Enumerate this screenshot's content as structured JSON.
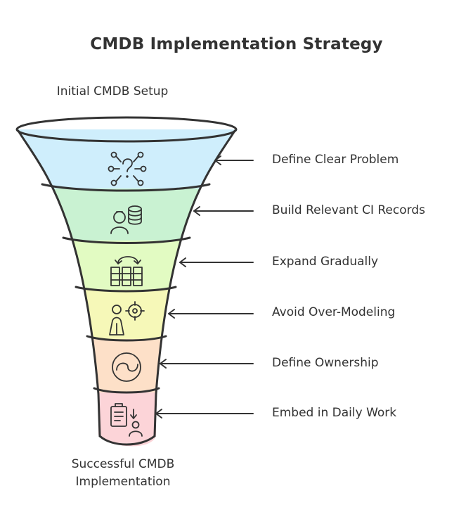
{
  "title": "CMDB Implementation Strategy",
  "top_label": "Initial CMDB Setup",
  "bottom_label_lines": [
    "Successful CMDB",
    "Implementation"
  ],
  "stages": [
    {
      "label": "Define Clear Problem",
      "icon": "network-question-icon",
      "color": "#cfeefc"
    },
    {
      "label": "Build Relevant CI Records",
      "icon": "person-database-icon",
      "color": "#c9f2d2"
    },
    {
      "label": "Expand Gradually",
      "icon": "expanding-blocks-icon",
      "color": "#e2fbc2"
    },
    {
      "label": "Avoid Over-Modeling",
      "icon": "person-target-icon",
      "color": "#f6f8b8"
    },
    {
      "label": "Define Ownership",
      "icon": "ownership-circle-icon",
      "color": "#fde0c8"
    },
    {
      "label": "Embed in Daily Work",
      "icon": "clipboard-person-icon",
      "color": "#fcd4d8"
    }
  ]
}
